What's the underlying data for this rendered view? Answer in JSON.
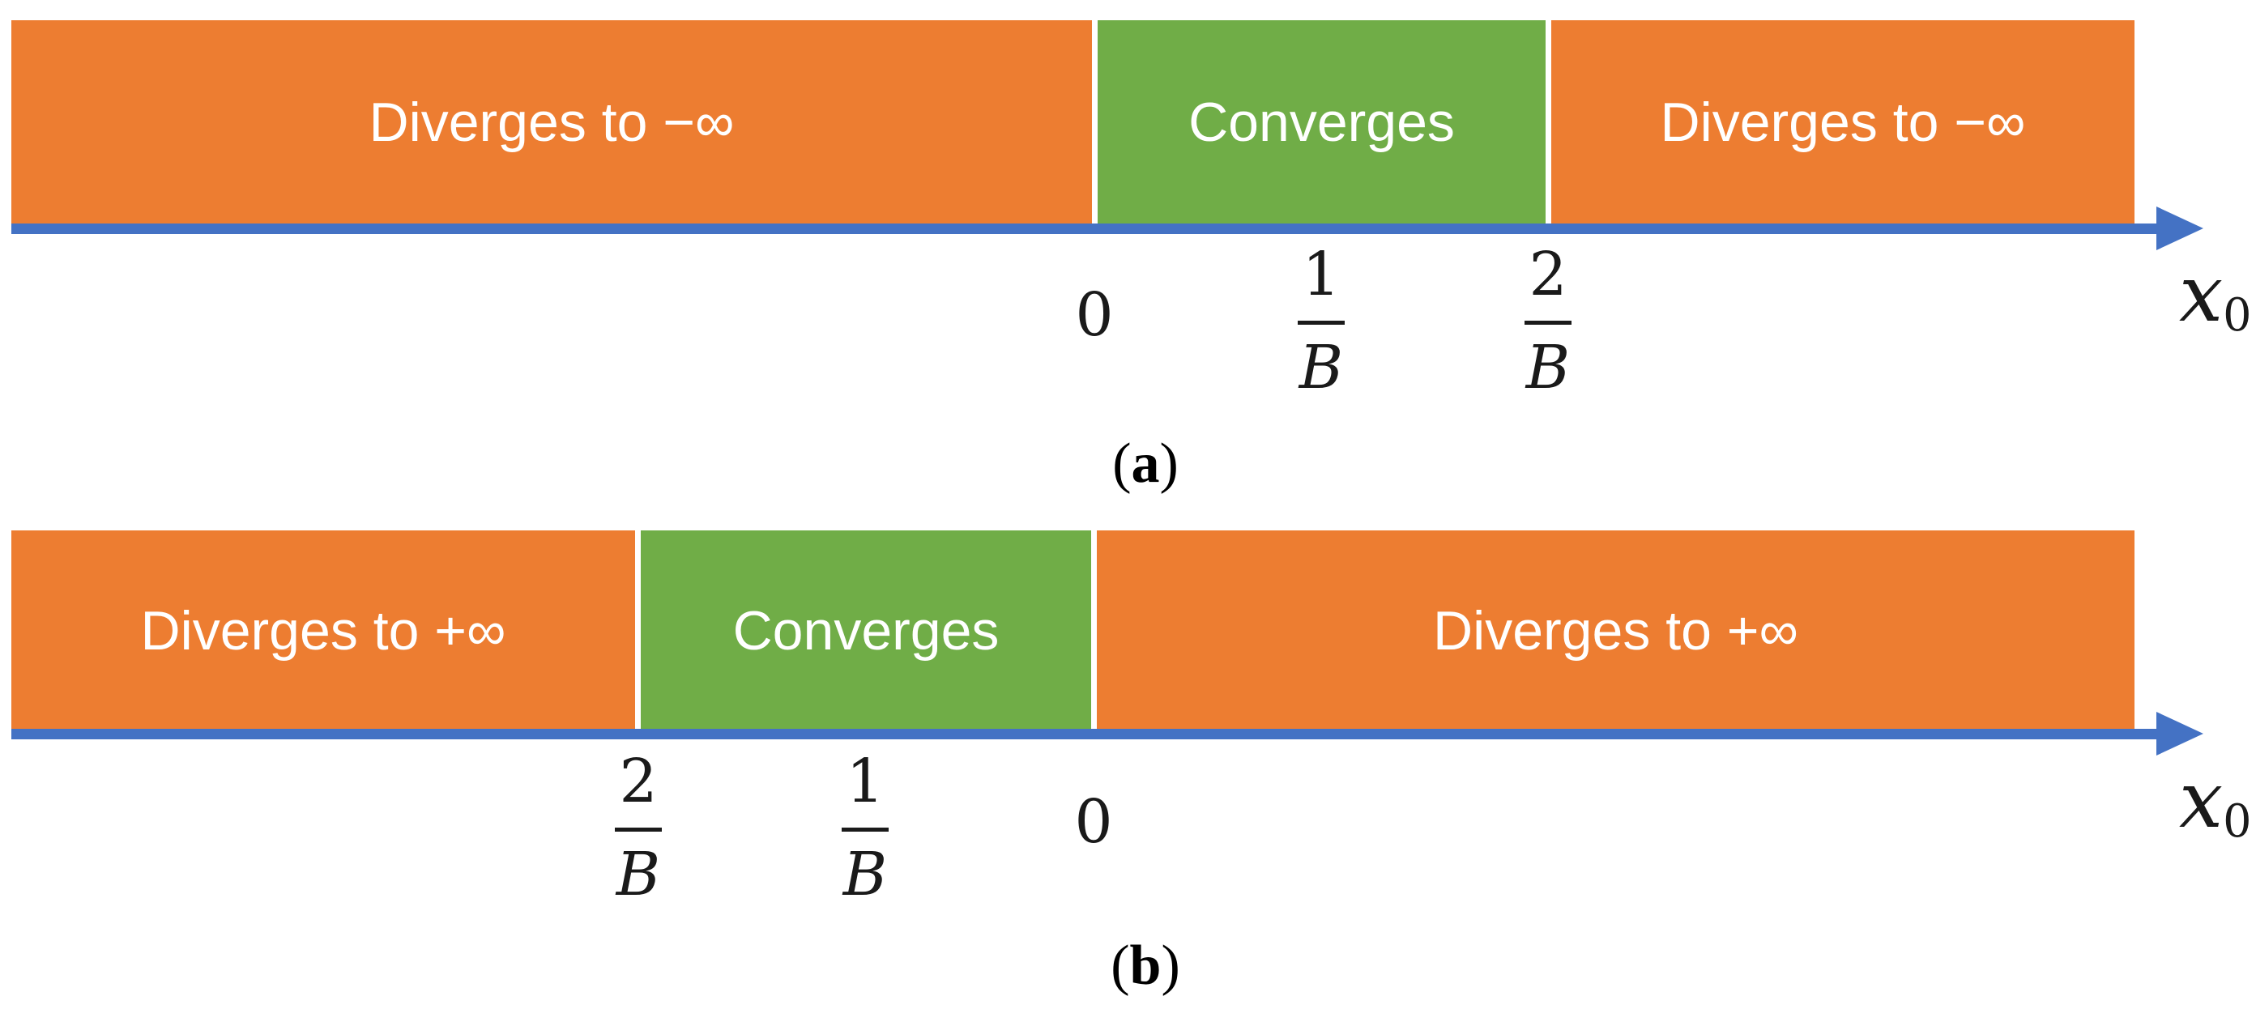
{
  "colors": {
    "orange": "#ED7D31",
    "green": "#70AD47",
    "blue": "#4472C4",
    "bar_text": "#FFFFFF",
    "label_text": "#1A1A1A"
  },
  "diagram_a": {
    "segments": [
      {
        "label": "Diverges to −∞",
        "color": "orange"
      },
      {
        "label": "Converges",
        "color": "green"
      },
      {
        "label": "Diverges to −∞",
        "color": "orange"
      }
    ],
    "ticks": [
      {
        "text": "0"
      },
      {
        "num": "1",
        "den": "B"
      },
      {
        "num": "2",
        "den": "B"
      }
    ],
    "axis": {
      "base": "x",
      "sub": "0"
    },
    "caption": {
      "pre": "(",
      "letter": "a",
      "post": ")"
    }
  },
  "diagram_b": {
    "segments": [
      {
        "label": "Diverges to +∞",
        "color": "orange"
      },
      {
        "label": "Converges",
        "color": "green"
      },
      {
        "label": "Diverges to +∞",
        "color": "orange"
      }
    ],
    "ticks": [
      {
        "num": "2",
        "den": "B"
      },
      {
        "num": "1",
        "den": "B"
      },
      {
        "text": "0"
      }
    ],
    "axis": {
      "base": "x",
      "sub": "0"
    },
    "caption": {
      "pre": "(",
      "letter": "b",
      "post": ")"
    }
  }
}
